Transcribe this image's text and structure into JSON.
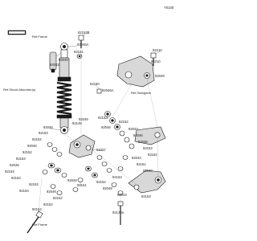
{
  "header": {
    "code": "Y0100"
  },
  "logo": {
    "alt": "Kawasaki"
  },
  "references": {
    "frame_top": "Ref.Frame",
    "shock": "Ref.Shock Absorber(s)",
    "swingarm": "Ref.Swingarm",
    "frame_bottom": "Ref.Frame"
  },
  "callouts": [
    "92153B",
    "92046A",
    "92210",
    "92049",
    "92043",
    "92151",
    "92150",
    "92210",
    "92049",
    "92046A",
    "92153",
    "92152",
    "92049",
    "92145",
    "92046",
    "92043",
    "92046",
    "92046",
    "92153",
    "92152",
    "92046",
    "92153",
    "92152",
    "92046",
    "92152",
    "92153",
    "92027",
    "92043",
    "92161",
    "92049",
    "92046",
    "92153",
    "92046",
    "92151",
    "92153",
    "92152",
    "92049",
    "92153",
    "92043",
    "92153",
    "92049",
    "92152",
    "92153",
    "92153",
    "92152",
    "92154",
    "92132a"
  ]
}
